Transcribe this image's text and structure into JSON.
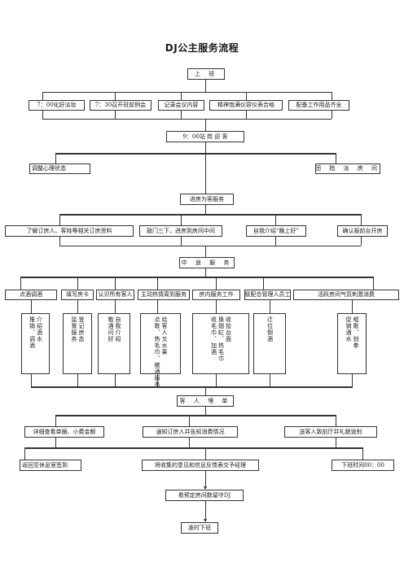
{
  "title": "DJ公主服务流程",
  "start": "上 班",
  "prep": [
    "7：00化好淡妆",
    "7：30召开班前例会",
    "记录会议内容",
    "精神饱满仪容仪表合格",
    "配备工作用品齐全"
  ],
  "greet": "9：00站 岗 迎 客",
  "left_item": "调整心理状态",
  "right_item": "团 指 派 房 间",
  "enter_room": "进房为客服务",
  "room_steps": [
    "了解订房人、客姓等相关订房资料",
    "敲门三下，进房到房间中间",
    "自我介绍“晚上好”",
    "确认报前台开房"
  ],
  "mid_service": "中 途 服 务",
  "service_titles": [
    "点酒调酒",
    "填写房卡",
    "认识所有客人",
    "主动热情周到服务",
    "房内服务工作",
    "积极配合管理人员工作",
    "活跃房间气氛刺激消费"
  ],
  "service_details": [
    [
      "介绍酒水",
      "推销、调酒"
    ],
    [
      "登记房态",
      "监督服务"
    ],
    [
      "自我介绍",
      "敬酒问好"
    ],
    [
      "给客人叉水果",
      "点歌、热毛巾、撤酒服务"
    ],
    [
      "收拾台面",
      "换烟缸、热毛巾",
      "收毛巾、加酒"
    ],
    [
      "迁位倒酒"
    ],
    [
      "唱歌、划拳",
      "促销酒水"
    ]
  ],
  "checkout": "客 人 埋 单",
  "checkout_steps": [
    "详细查看单据、小费金额",
    "通知订房人并告知消费情况",
    "送客人致前厅并礼貌道别"
  ],
  "after_steps": [
    "返回至休息室签到",
    "将收集的意见和信息反馈表交予经理",
    "下班时间00：00"
  ],
  "dj_box": "看预定房间数留守DJ",
  "end_box": "准时下班"
}
